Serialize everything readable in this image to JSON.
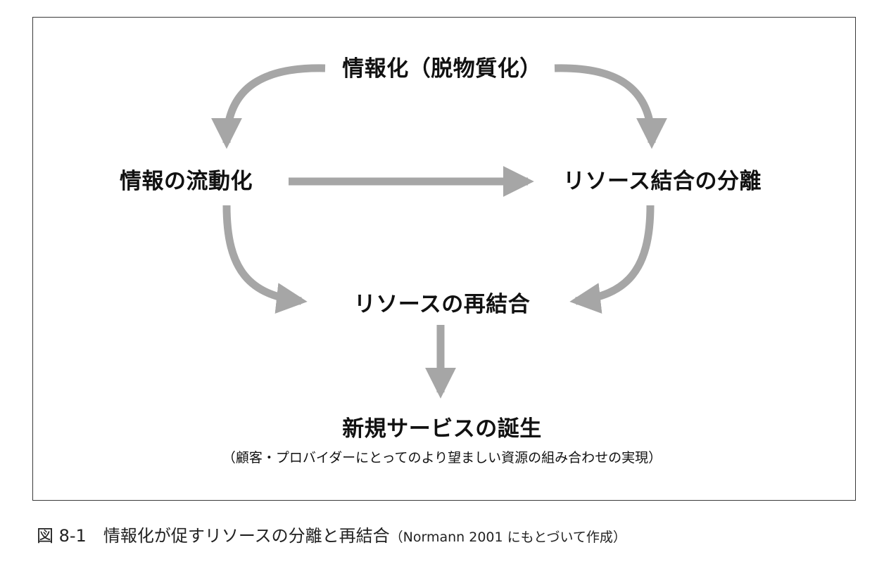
{
  "diagram": {
    "nodes": {
      "top": "情報化（脱物質化）",
      "left": "情報の流動化",
      "right": "リソース結合の分離",
      "middle": "リソースの再結合",
      "bottom": "新規サービスの誕生",
      "bottom_note": "（顧客・プロバイダーにとってのより望ましい資源の組み合わせの実現）"
    },
    "edges": [
      {
        "from": "top",
        "to": "left"
      },
      {
        "from": "top",
        "to": "right"
      },
      {
        "from": "left",
        "to": "right"
      },
      {
        "from": "left",
        "to": "middle"
      },
      {
        "from": "right",
        "to": "middle"
      },
      {
        "from": "middle",
        "to": "bottom"
      }
    ],
    "arrow_color": "#a6a6a6"
  },
  "caption": {
    "label": "図 8-1",
    "title": "情報化が促すリソースの分離と再結合",
    "note": "（Normann 2001 にもとづいて作成）"
  }
}
